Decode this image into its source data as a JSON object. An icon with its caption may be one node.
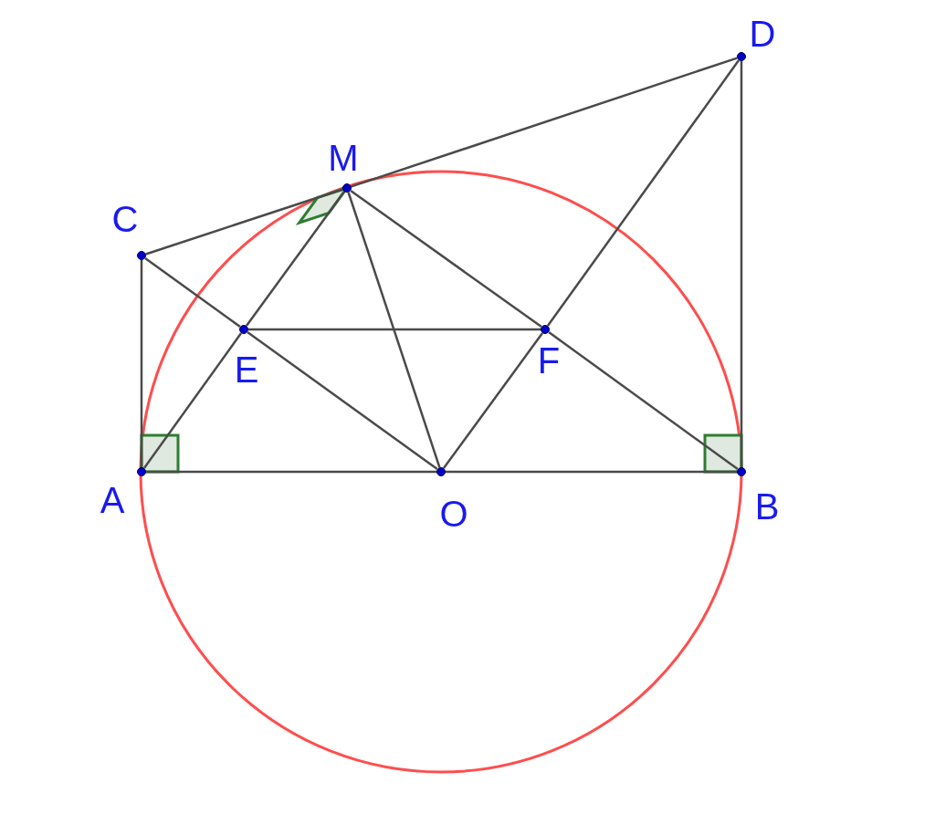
{
  "diagram": {
    "nodes": [
      {
        "text": [
          "A"
        ]
      },
      {
        "text": [
          "B"
        ]
      },
      {
        "text": [
          "O"
        ]
      },
      {
        "text": [
          "C"
        ]
      },
      {
        "text": [
          "D"
        ]
      },
      {
        "text": [
          "M"
        ]
      },
      {
        "text": [
          "E"
        ]
      },
      {
        "text": [
          "F"
        ]
      }
    ],
    "edges": [
      {
        "from": 3,
        "to": 5,
        "arrow": "none"
      },
      {
        "from": 5,
        "to": 4,
        "arrow": "none"
      },
      {
        "from": 0,
        "to": 3,
        "arrow": "none"
      },
      {
        "from": 1,
        "to": 4,
        "arrow": "none"
      },
      {
        "from": 0,
        "to": 2,
        "arrow": "none"
      },
      {
        "from": 2,
        "to": 1,
        "arrow": "none"
      },
      {
        "from": 3,
        "to": 6,
        "arrow": "none"
      },
      {
        "from": 6,
        "to": 2,
        "arrow": "none"
      },
      {
        "from": 4,
        "to": 7,
        "arrow": "none"
      },
      {
        "from": 7,
        "to": 2,
        "arrow": "none"
      },
      {
        "from": 0,
        "to": 6,
        "arrow": "none"
      },
      {
        "from": 6,
        "to": 5,
        "arrow": "none"
      },
      {
        "from": 5,
        "to": 7,
        "arrow": "none"
      },
      {
        "from": 7,
        "to": 1,
        "arrow": "none"
      },
      {
        "from": 5,
        "to": 2,
        "arrow": "none"
      },
      {
        "from": 6,
        "to": 7,
        "arrow": "none"
      }
    ]
  }
}
